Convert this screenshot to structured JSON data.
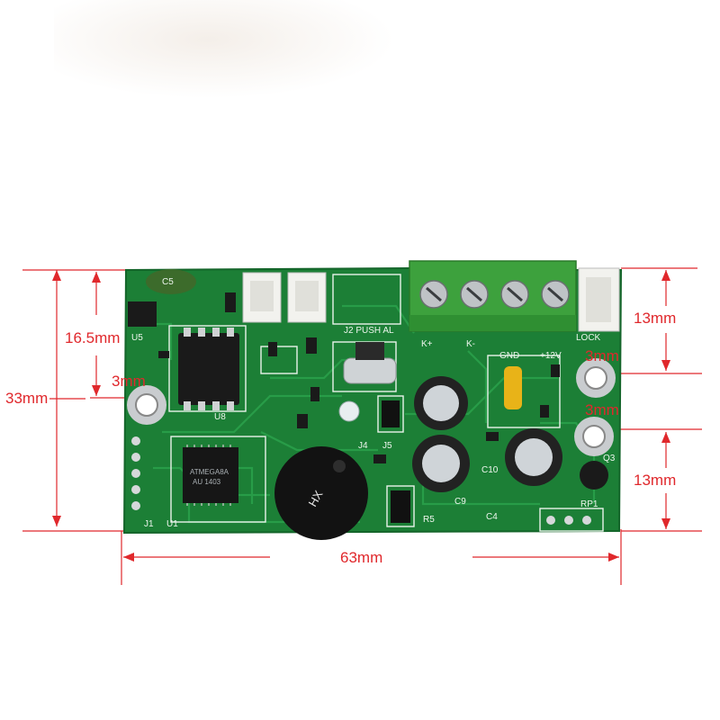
{
  "photo": {
    "subject": "Green PCB module with dimension annotations",
    "accent_red": "#e0282c",
    "board_green": "#1f8a3a",
    "terminal_green": "#3da13d"
  },
  "dimensions": {
    "height_total": "33mm",
    "upper_offset": "16.5mm",
    "left_hole_offset": "3mm",
    "width_total": "63mm",
    "right_top": "13mm",
    "right_hole_top": "3mm",
    "right_hole_bottom": "3mm",
    "right_bottom": "13mm"
  },
  "silkscreen": {
    "u5": "U5",
    "u8": "U8",
    "u1": "U1",
    "j1": "J1",
    "j5": "J5",
    "j4": "J4",
    "r5": "R5",
    "c9": "C9",
    "c10": "C10",
    "c4": "C4",
    "c5": "C5",
    "q3": "Q3",
    "rp1": "RP1",
    "push": "J2 PUSH AL",
    "lock": "LOCK",
    "gnd": "GND",
    "v12": "+12V",
    "kplus": "K+",
    "kminus": "K-",
    "chip_brand": "ATMEGA8A",
    "chip_line2": "AU 1403",
    "buzzer": "HX"
  }
}
